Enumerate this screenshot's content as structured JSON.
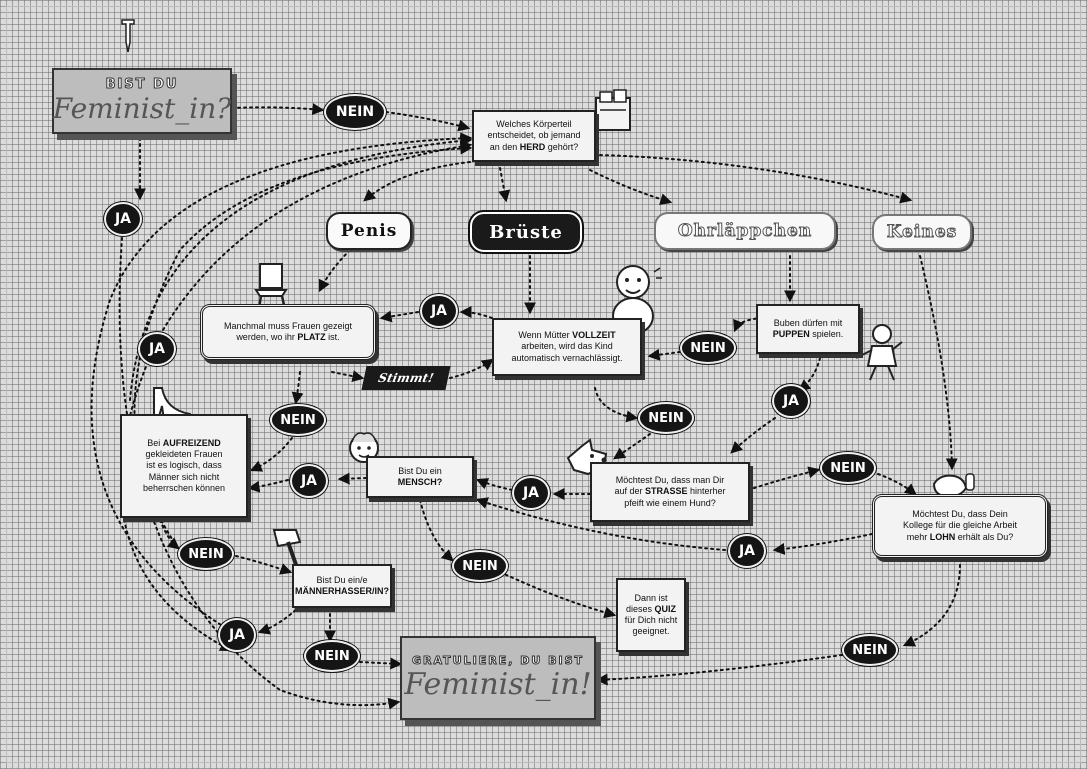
{
  "title": {
    "top": "BIST DU",
    "main": "Feminist_in?"
  },
  "result": {
    "top": "GRATULIERE, DU BIST",
    "main": "Feminist_in!"
  },
  "questions": {
    "koerperteil": [
      "Welches Körperteil",
      "entscheidet, ob jemand",
      "an den ",
      "HERD",
      " gehört?"
    ],
    "platz": [
      "Manchmal muss Frauen gezeigt",
      "werden, wo ihr ",
      "PLATZ",
      " ist."
    ],
    "vollzeit": [
      "Wenn Mütter ",
      "VOLLZEIT",
      "arbeiten, wird das Kind",
      "automatisch vernachlässigt."
    ],
    "puppen": [
      "Buben dürfen mit",
      "PUPPEN",
      " spielen."
    ],
    "aufreizend": [
      "Bei ",
      "AUFREIZEND",
      "gekleideten Frauen",
      "ist es logisch, dass",
      "Männer sich nicht",
      "beherrschen können"
    ],
    "mensch": [
      "Bist Du ein",
      "MENSCH?"
    ],
    "strasse": [
      "Möchtest Du, dass man Dir",
      "auf der ",
      "STRASSE",
      " hinterher",
      "pfeift wie einem Hund?"
    ],
    "lohn": [
      "Möchtest Du, dass Dein",
      "Kollege für die gleiche Arbeit",
      "mehr ",
      "LOHN",
      " erhält als Du?"
    ],
    "maennerhasser": [
      "Bist Du ein/e",
      "MÄNNERHASSER/IN?"
    ],
    "quiz": [
      "Dann ist",
      "dieses ",
      "QUIZ",
      "für Dich nicht",
      "geeignet."
    ]
  },
  "options": {
    "penis": "Penis",
    "brueste": "Brüste",
    "ohrlaeppchen": "Ohrläppchen",
    "keines": "Keines"
  },
  "answers": {
    "ja": "JA",
    "nein": "NEIN",
    "stimmt": "Stimmt!"
  },
  "icons": [
    "pen-nib-icon",
    "kitchen-stove-icon",
    "chair-icon",
    "baby-icon",
    "doll-icon",
    "high-heel-icon",
    "child-face-icon",
    "dog-head-icon",
    "axe-icon",
    "money-bag-icon"
  ]
}
